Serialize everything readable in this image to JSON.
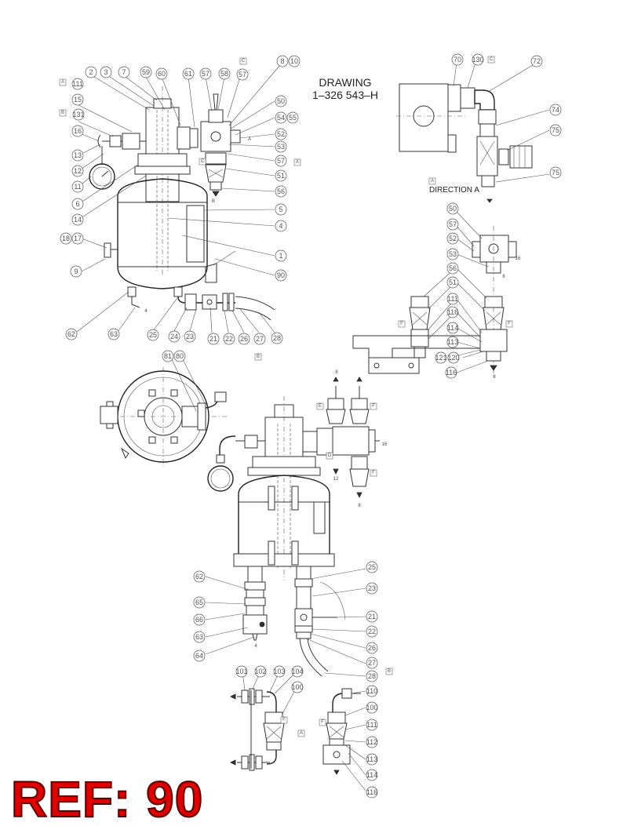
{
  "drawing": {
    "title_line1": "DRAWING",
    "title_line2": "1–326 543–H",
    "direction_label": "DIRECTION A",
    "ref_label": "REF: 90"
  },
  "callouts": {
    "top_left_view": [
      "2",
      "3",
      "7",
      "59",
      "60",
      "61",
      "57",
      "58",
      "57",
      "8",
      "10",
      "111",
      "15",
      "131",
      "16",
      "13",
      "12",
      "11",
      "6",
      "14",
      "50",
      "54",
      "55",
      "52",
      "53",
      "57",
      "51",
      "56",
      "5",
      "4",
      "1",
      "90",
      "18",
      "17",
      "9",
      "62",
      "63",
      "25",
      "24",
      "23",
      "21",
      "22",
      "26",
      "27",
      "28"
    ],
    "top_right_view": [
      "70",
      "130",
      "72",
      "74",
      "75",
      "75"
    ],
    "right_mid_view": [
      "50",
      "57",
      "52",
      "53",
      "56",
      "51",
      "111",
      "116",
      "114",
      "113",
      "121",
      "120",
      "116"
    ],
    "center_view": [
      "81",
      "80",
      "62",
      "65",
      "66",
      "63",
      "64",
      "25",
      "23",
      "21",
      "22",
      "26",
      "27",
      "28"
    ],
    "bottom_views": [
      "101",
      "102",
      "103",
      "104",
      "100",
      "110",
      "100",
      "111",
      "112",
      "113",
      "114",
      "116"
    ]
  },
  "view_tags": [
    "C",
    "A",
    "B",
    "A",
    "C",
    "A",
    "B",
    "C",
    "F",
    "E",
    "F",
    "F",
    "D",
    "F",
    "E",
    "B",
    "F",
    "F",
    "F",
    "F",
    "F",
    "A",
    "F"
  ],
  "small_labels": [
    "A",
    "B",
    "4",
    "16",
    "8",
    "8",
    "8",
    "16",
    "12",
    "8",
    "4"
  ]
}
